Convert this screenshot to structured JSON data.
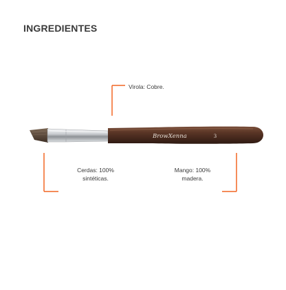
{
  "page": {
    "heading": "INGREDIENTES"
  },
  "callouts": {
    "ferrule": "Virola: Cobre.",
    "bristles": "Cerdas: 100% sintéticas.",
    "handle": "Mango: 100% madera."
  },
  "brush": {
    "brand": "BrowXenna",
    "size": "3"
  },
  "colors": {
    "accent": "#f26522",
    "handle": "#4a2c20",
    "ferrule": "#c9ccd0",
    "bristles": "#5a4636",
    "text": "#3a3a3a"
  }
}
